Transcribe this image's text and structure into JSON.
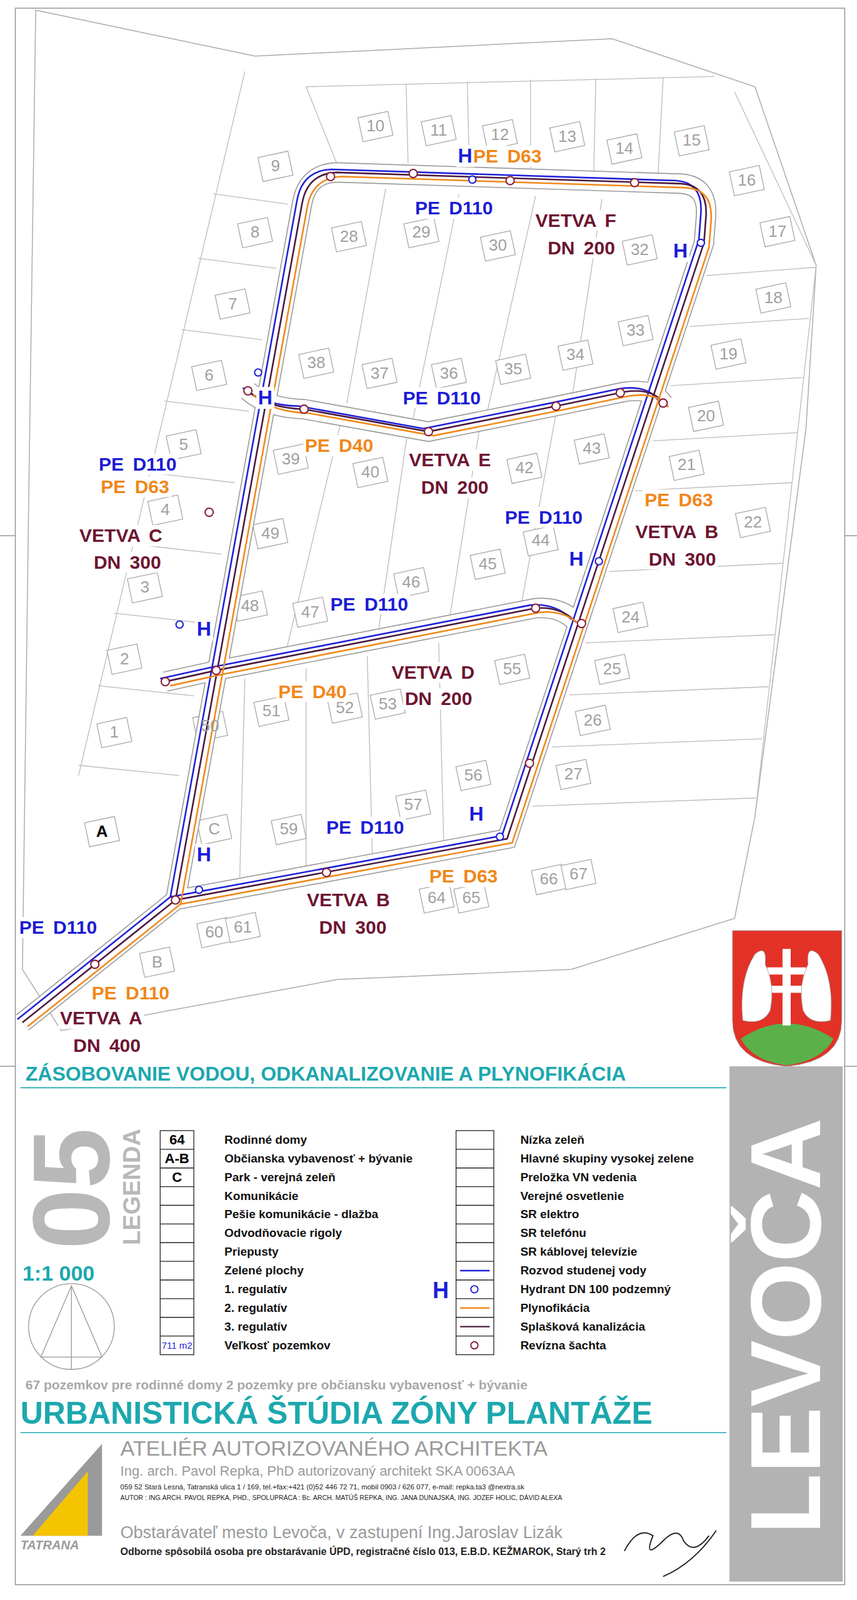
{
  "diagram": {
    "title": "ZÁSOBOVANIE VODOU,  ODKANALIZOVANIE A PLYNOFIKÁCIA",
    "labels": [
      "1",
      "2",
      "3",
      "4",
      "5",
      "6",
      "7",
      "8",
      "9",
      "10",
      "11",
      "12",
      "13",
      "14",
      "15",
      "16",
      "17",
      "18",
      "19",
      "20",
      "21",
      "22",
      "24",
      "25",
      "26",
      "27",
      "28",
      "29",
      "30",
      "32",
      "33",
      "34",
      "35",
      "36",
      "37",
      "38",
      "39",
      "40",
      "42",
      "43",
      "44",
      "45",
      "46",
      "47",
      "48",
      "49",
      "50",
      "51",
      "52",
      "53",
      "55",
      "56",
      "57",
      "59",
      "60",
      "61",
      "64",
      "65",
      "66",
      "67",
      "A",
      "B",
      "C",
      "H",
      "PE D63",
      "PE D110",
      "VETVA F",
      "DN 200",
      "H",
      "H",
      "PE D110",
      "PE D40",
      "VETVA E",
      "DN 200",
      "PE D110",
      "PE D63",
      "VETVA C",
      "DN 300",
      "PE D110",
      "PE D63",
      "VETVA B",
      "DN 300",
      "H",
      "PE D110",
      "H",
      "VETVA D",
      "DN 200",
      "PE D40",
      "H",
      "PE D110",
      "H",
      "PE D63",
      "VETVA B",
      "DN 300",
      "PE D110",
      "PE D110",
      "VETVA A",
      "DN 400",
      "05",
      "LEGENDA",
      "1:1 000",
      "64",
      "A-B",
      "C",
      "711 m2",
      "H",
      "67 pozemkov pre rodinné domy 2 pozemky pre občiansku vybavenosť + bývanie",
      "URBANISTICKÁ ŠTÚDIA ZÓNY PLANTÁŽE",
      "ATELIÉR AUTORIZOVANÉHO ARCHITEKTA",
      "Ing. arch. Pavol Repka, PhD autorizovaný architekt SKA 0063AA",
      "059 52 Stará Lesná, Tatranská ulica 1 / 169,  tel.+fax:+421 (0)52 446 72 71, mobil 0903 / 626 077, e-mail: repka.ta3  @nextra.sk",
      "AUTOR : ING.ARCH. PAVOL REPKA, PHD.,  SPOLUPRÁCA : Bc. ARCH. MATÚŠ REPKA, ING. JANA DUNAJSKÁ, ING. JOZEF HOLIC, DÁVID ALEXA",
      "TATRANA",
      "Obstarávateľ mesto Levoča, v zastupení Ing.Jaroslav Lizák",
      "Odborne spôsobilá osoba pre obstarávanie ÚPD,  registračné číslo 013,  E.B.D. KEŽMAROK,  Starý trh 2",
      "LEVOČA"
    ],
    "legend": [
      {
        "text": "Rodinné domy"
      },
      {
        "text": "Občianska vybavenosť + bývanie"
      },
      {
        "text": "Park - verejná zeleň"
      },
      {
        "text": "Komunikácie"
      },
      {
        "text": "Pešie komunikácie - dlažba"
      },
      {
        "text": "Odvodňovacie rigoly"
      },
      {
        "text": "Priepusty"
      },
      {
        "text": "Zelené plochy"
      },
      {
        "text": "1. regulatív"
      },
      {
        "text": "2. regulatív"
      },
      {
        "text": "3. regulatív"
      },
      {
        "text": "Veľkosť pozemkov"
      },
      {
        "text": "Nízka zeleň"
      },
      {
        "text": "Hlavné skupiny vysokej zelene"
      },
      {
        "text": "Preložka VN vedenia"
      },
      {
        "text": "Verejné osvetlenie"
      },
      {
        "text": "SR elektro"
      },
      {
        "text": "SR telefónu"
      },
      {
        "text": "SR káblovej televízie"
      },
      {
        "text": "Rozvod studenej vody"
      },
      {
        "text": "Hydrant DN 100 podzemný"
      },
      {
        "text": "Plynofikácia"
      },
      {
        "text": "Splašková kanalizácia"
      },
      {
        "text": "Revízna šachta"
      }
    ]
  }
}
